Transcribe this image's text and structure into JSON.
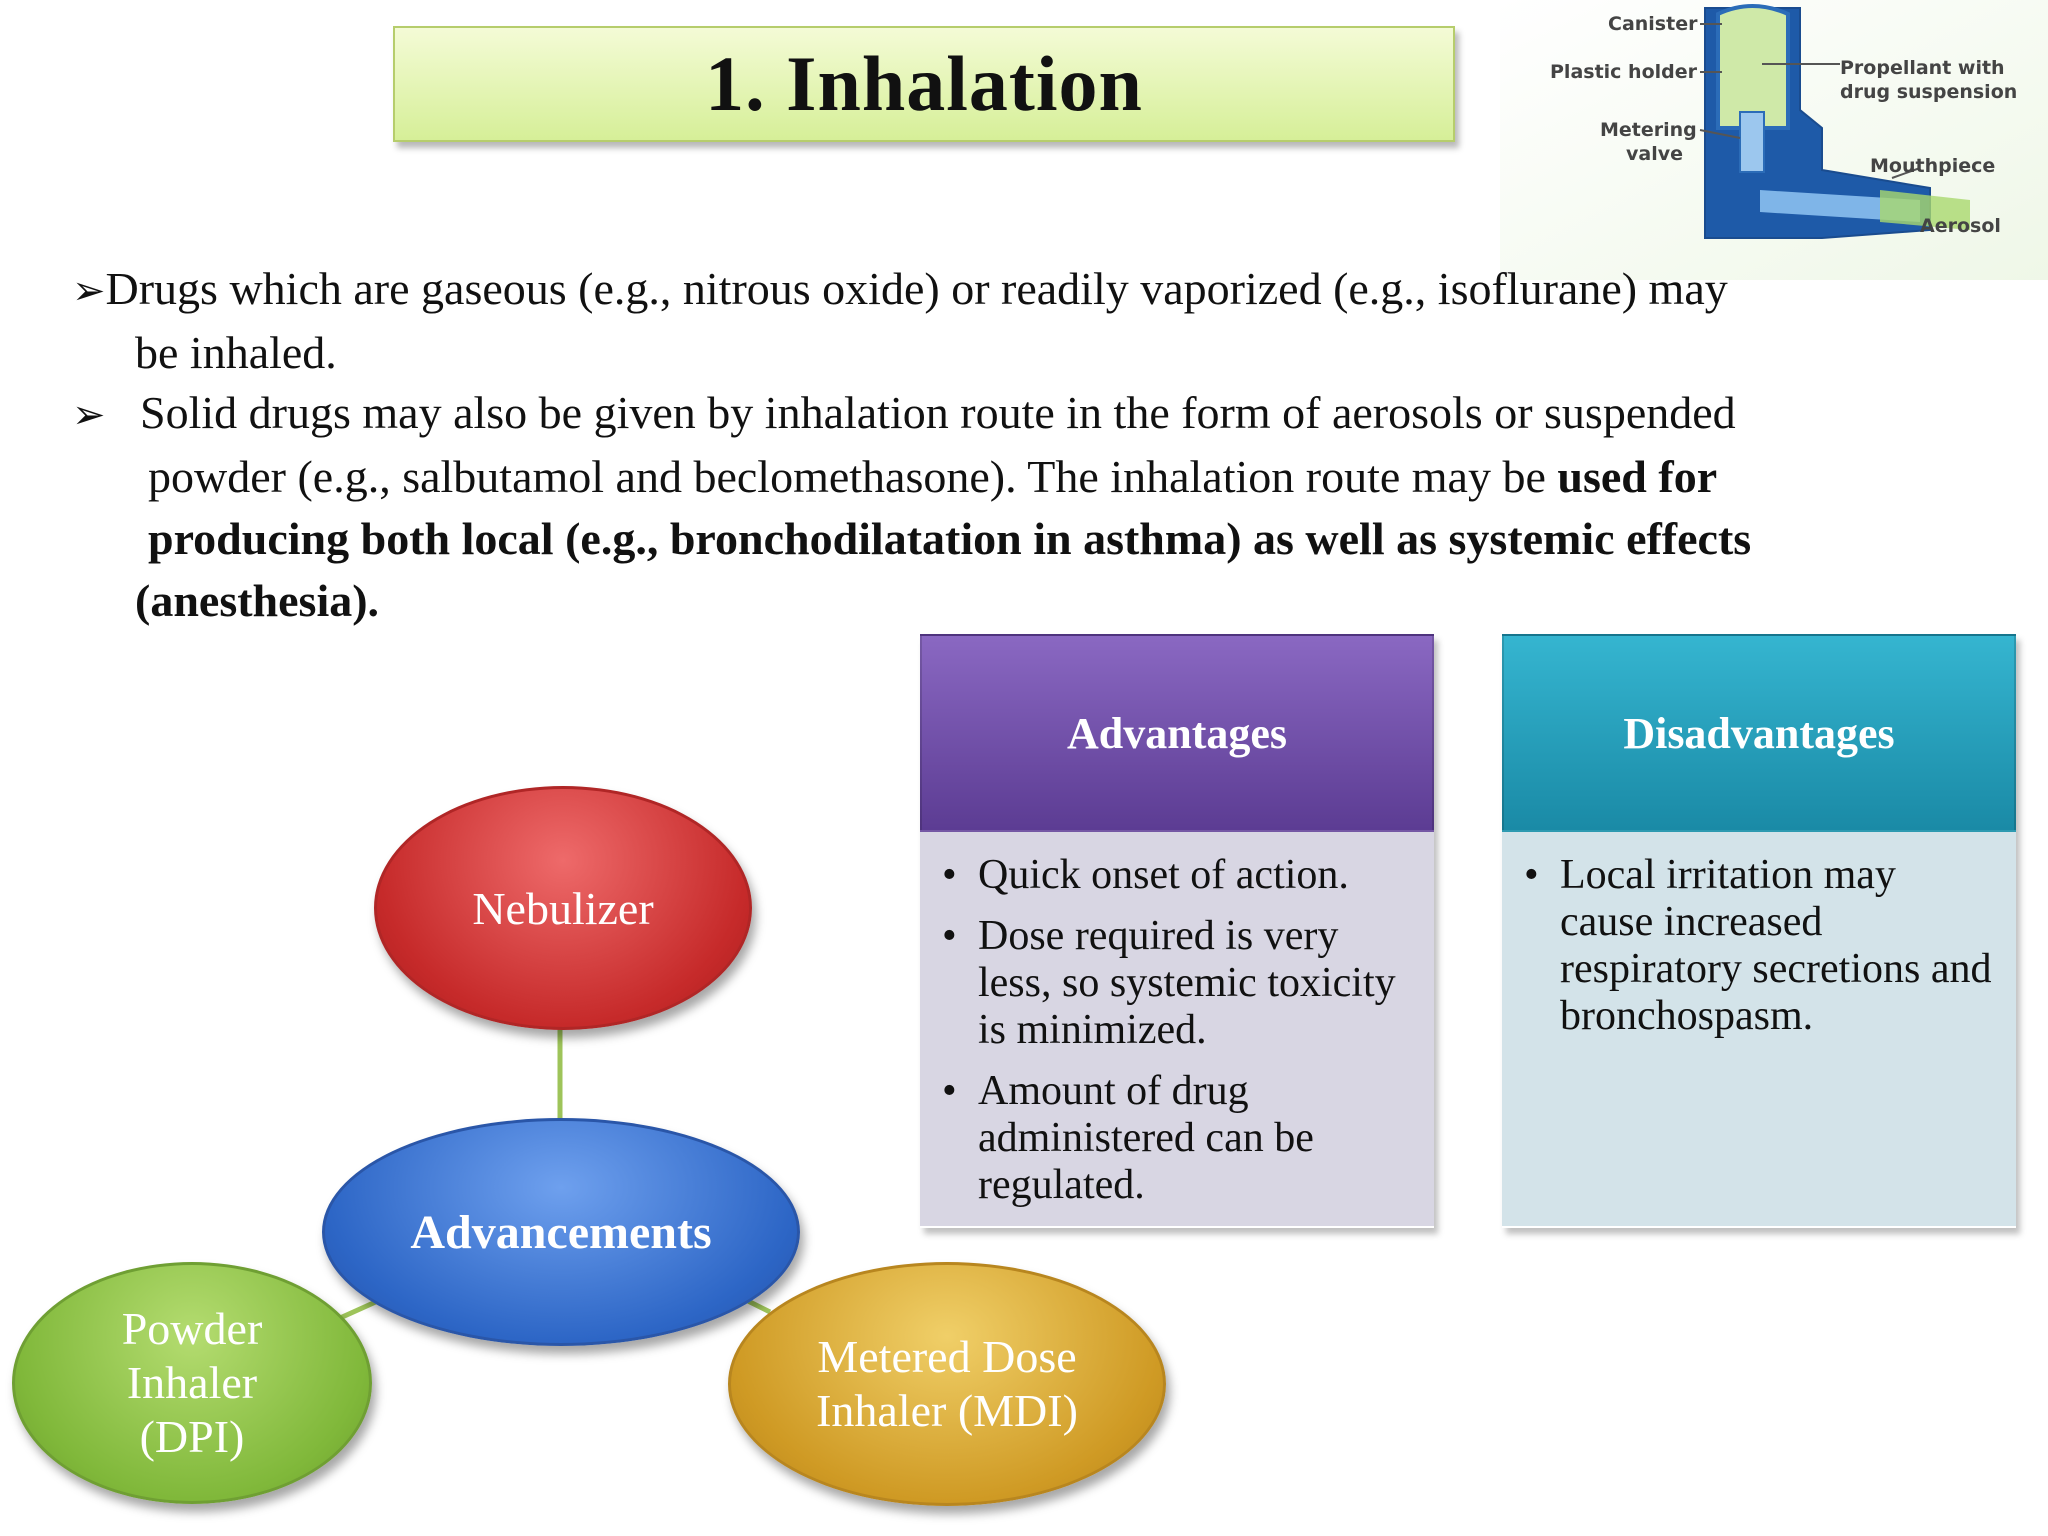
{
  "title": "1.  Inhalation",
  "inhaler_diagram": {
    "labels": {
      "canister": "Canister",
      "plastic_holder": "Plastic holder",
      "metering_valve_1": "Metering",
      "metering_valve_2": "valve",
      "propellant_1": "Propellant with",
      "propellant_2": "drug suspension",
      "mouthpiece": "Mouthpiece",
      "aerosol": "Aerosol"
    }
  },
  "bullets": {
    "marker": "➢",
    "b1_line1": "Drugs which are gaseous (e.g., nitrous oxide) or readily vaporized (e.g., isoflurane) may",
    "b1_line2": "be inhaled.",
    "b2_line1": "Solid drugs may also be given by inhalation route in the form of aerosols or suspended",
    "b2_line2_plain": "powder (e.g., salbutamol and beclomethasone). The inhalation route may be ",
    "b2_line2_bold": "used for",
    "b2_line3": "producing both local (e.g., bronchodilatation in asthma) as well as systemic effects",
    "b2_line4": "(anesthesia)."
  },
  "diagram": {
    "center": "Advancements",
    "top": "Nebulizer",
    "left_1": "Powder",
    "left_2": "Inhaler",
    "left_3": "(DPI)",
    "right_1": "Metered Dose",
    "right_2": "Inhaler (MDI)",
    "colors": {
      "top": "#c62a2a",
      "center": "#2d66c6",
      "left": "#80b83a",
      "right": "#cf9a24",
      "connector": "#9ec45a"
    }
  },
  "advantages": {
    "heading": "Advantages",
    "items": [
      "Quick onset of action.",
      "Dose required is very less, so systemic toxicity is minimized.",
      "Amount of drug administered can be regulated."
    ]
  },
  "disadvantages": {
    "heading": "Disadvantages",
    "items": [
      "Local irritation may cause increased respiratory secretions and bronchospasm."
    ]
  }
}
